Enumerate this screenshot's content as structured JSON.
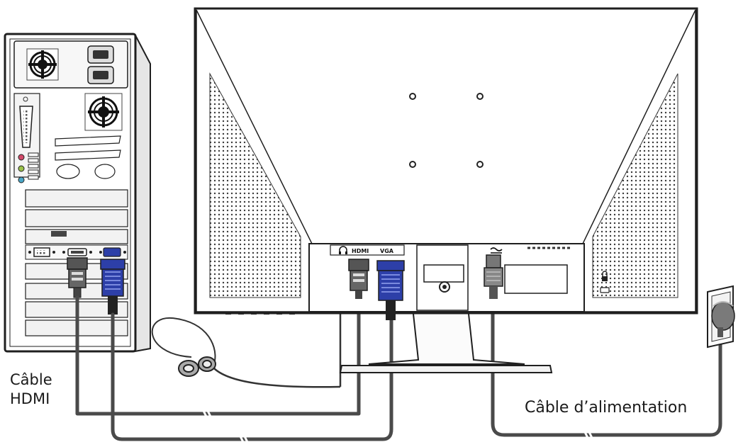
{
  "captions": {
    "hdmi_cable_line1": "Câble",
    "hdmi_cable_line2": "HDMI",
    "power_cable": "Câble d’alimentation"
  },
  "monitor_port_labels": {
    "hdmi": "HDMI",
    "vga": "VGA"
  },
  "icons": {
    "audio_out": "headphone-icon",
    "power_in": "ac-power-icon",
    "lock": "padlock-icon",
    "usb": "usb-icon",
    "fan": "fan-icon"
  },
  "colors": {
    "cable": "#4a4a4a",
    "vga_connector": "#2d3fa8",
    "outline": "#1f1f1f",
    "speaker_dots": "#3a3a3a"
  }
}
